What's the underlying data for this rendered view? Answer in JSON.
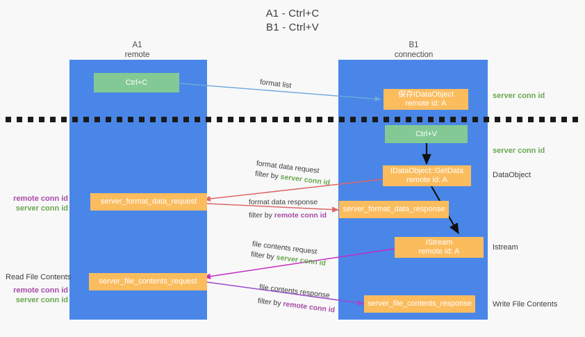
{
  "title": {
    "line1": "A1 - Ctrl+C",
    "line2": "B1 - Ctrl+V"
  },
  "colors": {
    "lane": "#4a86e8",
    "node_green": "#83c995",
    "node_orange": "#fbbc5e",
    "server_conn_id": "#6aa84f",
    "remote_conn_id": "#a64ca6",
    "arrow_blue": "#6fa8dc",
    "arrow_red": "#e06666",
    "arrow_magenta": "#c32bc3",
    "arrow_purple": "#9b4dca",
    "arrow_black": "#111111",
    "background": "#f8f8f8"
  },
  "columns": [
    {
      "name": "A1",
      "sub": "remote"
    },
    {
      "name": "B1",
      "sub": "connection"
    }
  ],
  "nodes": {
    "ctrl_c": {
      "line1": "Ctrl+C",
      "line2": ""
    },
    "save_idataobject": {
      "line1": "保存IDataObject",
      "line2": "remote id: A"
    },
    "ctrl_v": {
      "line1": "Ctrl+V",
      "line2": ""
    },
    "idataobject_getdata": {
      "line1": "IDataObject::GetData",
      "line2": "remote id: A"
    },
    "server_format_data_request": {
      "line1": "server_format_data_request",
      "line2": ""
    },
    "server_format_data_response": {
      "line1": "server_format_data_response",
      "line2": ""
    },
    "istream": {
      "line1": "IStream",
      "line2": "remote id: A"
    },
    "server_file_contents_request": {
      "line1": "server_file_contents_request",
      "line2": ""
    },
    "server_file_contents_response": {
      "line1": "server_file_contents_response",
      "line2": ""
    }
  },
  "right_labels": {
    "server_conn_id_top": "server conn id",
    "server_conn_id_mid": "server conn id",
    "dataobject": "DataObject",
    "istream": "Istream",
    "write_file_contents": "Write File Contents"
  },
  "left_labels": {
    "format_remote": "remote conn id",
    "format_server": "server conn id",
    "read_file_contents": "Read File Contents",
    "file_remote": "remote conn id",
    "file_server": "server conn id"
  },
  "edge_labels": {
    "format_list": "format list",
    "format_data_request": {
      "line1": "format data request",
      "filter_prefix": "filter by ",
      "filter_value": "server conn id"
    },
    "format_data_response": {
      "line1": "format data response",
      "filter_prefix": "filter by ",
      "filter_value": "remote conn id"
    },
    "file_contents_request": {
      "line1": "file contents request",
      "filter_prefix": "filter by ",
      "filter_value": "server conn id"
    },
    "file_contents_response": {
      "line1": "file contents response",
      "filter_prefix": "filter by ",
      "filter_value": "remote conn id"
    }
  }
}
